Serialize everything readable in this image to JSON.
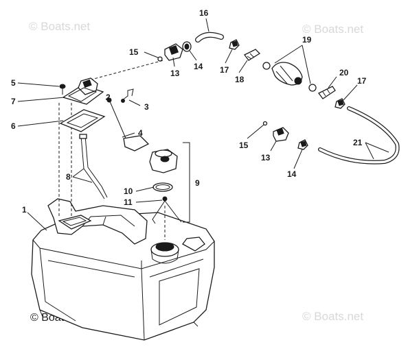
{
  "watermarks": {
    "top_left": "© Boats.net",
    "top_right": "© Boats.net",
    "bottom_left": "© Boats.net",
    "bottom_right": "© Boats.net"
  },
  "callouts": [
    {
      "id": "c1",
      "text": "1"
    },
    {
      "id": "c2",
      "text": "2"
    },
    {
      "id": "c3",
      "text": "3"
    },
    {
      "id": "c4",
      "text": "4"
    },
    {
      "id": "c5",
      "text": "5"
    },
    {
      "id": "c6",
      "text": "6"
    },
    {
      "id": "c7",
      "text": "7"
    },
    {
      "id": "c8",
      "text": "8"
    },
    {
      "id": "c9",
      "text": "9"
    },
    {
      "id": "c10",
      "text": "10"
    },
    {
      "id": "c11",
      "text": "11"
    },
    {
      "id": "c13a",
      "text": "13"
    },
    {
      "id": "c13b",
      "text": "13"
    },
    {
      "id": "c14a",
      "text": "14"
    },
    {
      "id": "c14b",
      "text": "14"
    },
    {
      "id": "c15a",
      "text": "15"
    },
    {
      "id": "c15b",
      "text": "15"
    },
    {
      "id": "c16",
      "text": "16"
    },
    {
      "id": "c17a",
      "text": "17"
    },
    {
      "id": "c17b",
      "text": "17"
    },
    {
      "id": "c18",
      "text": "18"
    },
    {
      "id": "c19",
      "text": "19"
    },
    {
      "id": "c20",
      "text": "20"
    },
    {
      "id": "c21",
      "text": "21"
    }
  ]
}
